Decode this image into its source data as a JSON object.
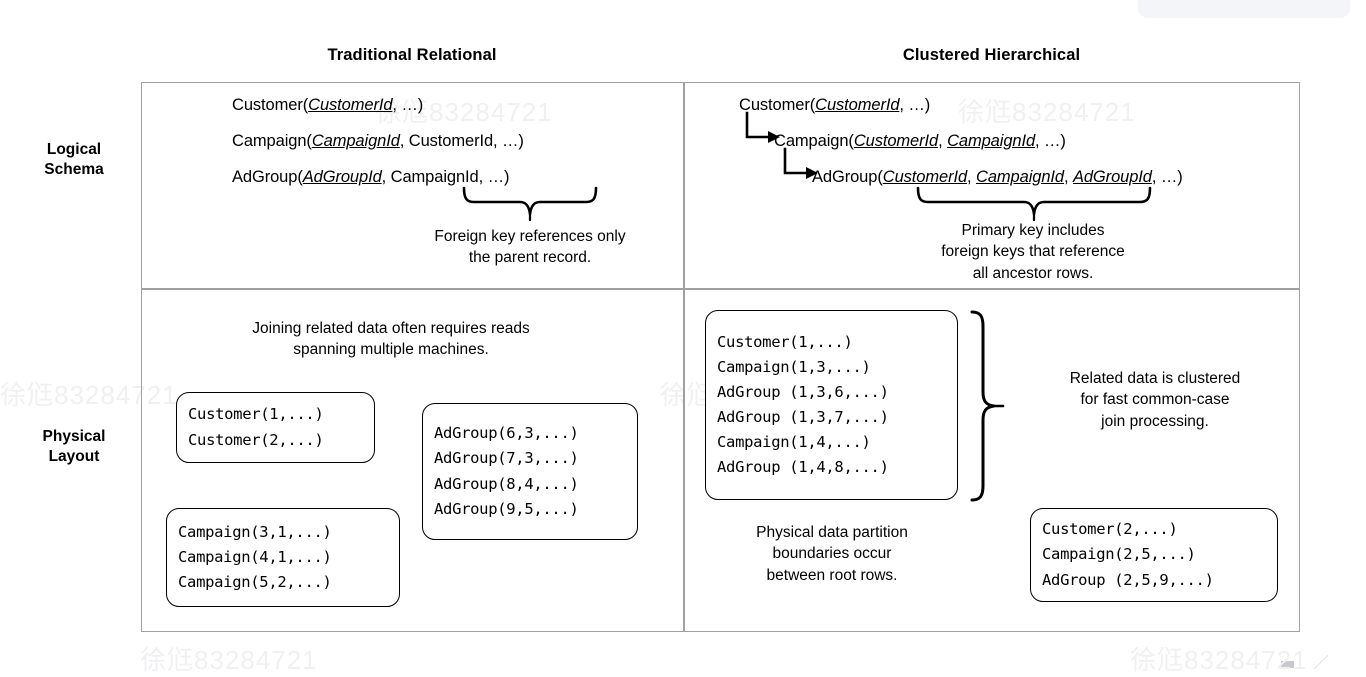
{
  "diagram": {
    "columns": [
      {
        "id": "traditional",
        "title": "Traditional Relational"
      },
      {
        "id": "clustered",
        "title": "Clustered Hierarchical"
      }
    ],
    "rows": [
      {
        "id": "logical",
        "label": "Logical\nSchema"
      },
      {
        "id": "physical",
        "label": "Physical\nLayout"
      }
    ],
    "row_labels": {
      "logical": "Logical Schema",
      "physical": "Physical Layout"
    },
    "colors": {
      "table_border": "#a0a0a0",
      "ink": "#000000",
      "page": "#ffffff"
    }
  },
  "logical_relational": {
    "schema": [
      {
        "prefix": "Customer(",
        "key": "CustomerId",
        "suffix": ", …)"
      },
      {
        "prefix": "Campaign(",
        "key": "CampaignId",
        "suffix": ", CustomerId, …)"
      },
      {
        "prefix": "AdGroup(",
        "key": "AdGroupId",
        "suffix": ", CampaignId, …)"
      }
    ],
    "schema_plain": [
      "Customer(CustomerId, …)",
      "Campaign(CampaignId, CustomerId, …)",
      "AdGroup(AdGroupId, CampaignId, …)"
    ],
    "annotation": "Foreign key references only\nthe parent record.",
    "annotation_line1": "Foreign key references only",
    "annotation_line2": "the parent record.",
    "brace_covers": "CampaignId, …"
  },
  "logical_clustered": {
    "schema": [
      {
        "indent": 0,
        "prefix": "Customer(",
        "keys": [
          "CustomerId"
        ],
        "plain_tail": ", …)"
      },
      {
        "indent": 1,
        "prefix": "Campaign(",
        "keys": [
          "CustomerId",
          "CampaignId"
        ],
        "plain_tail": ", …)"
      },
      {
        "indent": 2,
        "prefix": "AdGroup(",
        "keys": [
          "CustomerId",
          "CampaignId",
          "AdGroupId"
        ],
        "plain_tail": ", …)"
      }
    ],
    "schema_plain": [
      "Customer(CustomerId, …)",
      "Campaign(CustomerId, CampaignId, …)",
      "AdGroup(CustomerId, CampaignId, AdGroupId, …)"
    ],
    "annotation_line1": "Primary key includes",
    "annotation_line2": "foreign keys that reference",
    "annotation_line3": "all ancestor rows.",
    "brace_covers": "CustomerId, CampaignId, AdGroupId"
  },
  "physical_relational": {
    "caption_line1": "Joining related data often requires reads",
    "caption_line2": "spanning multiple machines.",
    "boxes": [
      {
        "id": "customers",
        "rows": [
          "Customer(1,...)",
          "Customer(2,...)"
        ]
      },
      {
        "id": "campaigns",
        "rows": [
          "Campaign(3,1,...)",
          "Campaign(4,1,...)",
          "Campaign(5,2,...)"
        ]
      },
      {
        "id": "adgroups",
        "rows": [
          "AdGroup(6,3,...)",
          "AdGroup(7,3,...)",
          "AdGroup(8,4,...)",
          "AdGroup(9,5,...)"
        ]
      }
    ]
  },
  "physical_clustered": {
    "boxes": [
      {
        "id": "partition-1",
        "rows": [
          "Customer(1,...)",
          "Campaign(1,3,...)",
          "AdGroup (1,3,6,...)",
          "AdGroup (1,3,7,...)",
          "Campaign(1,4,...)",
          "AdGroup (1,4,8,...)"
        ]
      },
      {
        "id": "partition-2",
        "rows": [
          "Customer(2,...)",
          "Campaign(2,5,...)",
          "AdGroup (2,5,9,...)"
        ]
      }
    ],
    "brace_annotation_line1": "Related data is clustered",
    "brace_annotation_line2": "for fast common-case",
    "brace_annotation_line3": "join processing.",
    "caption_line1": "Physical data partition",
    "caption_line2": "boundaries occur",
    "caption_line3": "between root rows."
  },
  "watermarks": {
    "text_a": "徐尩83284721",
    "text_b": "徐尩83284721",
    "text_c": "徐尩83284721",
    "text_d": "徐尩83284721",
    "text_e": "徐尩83284721",
    "text_f": "徐尩83284721"
  }
}
